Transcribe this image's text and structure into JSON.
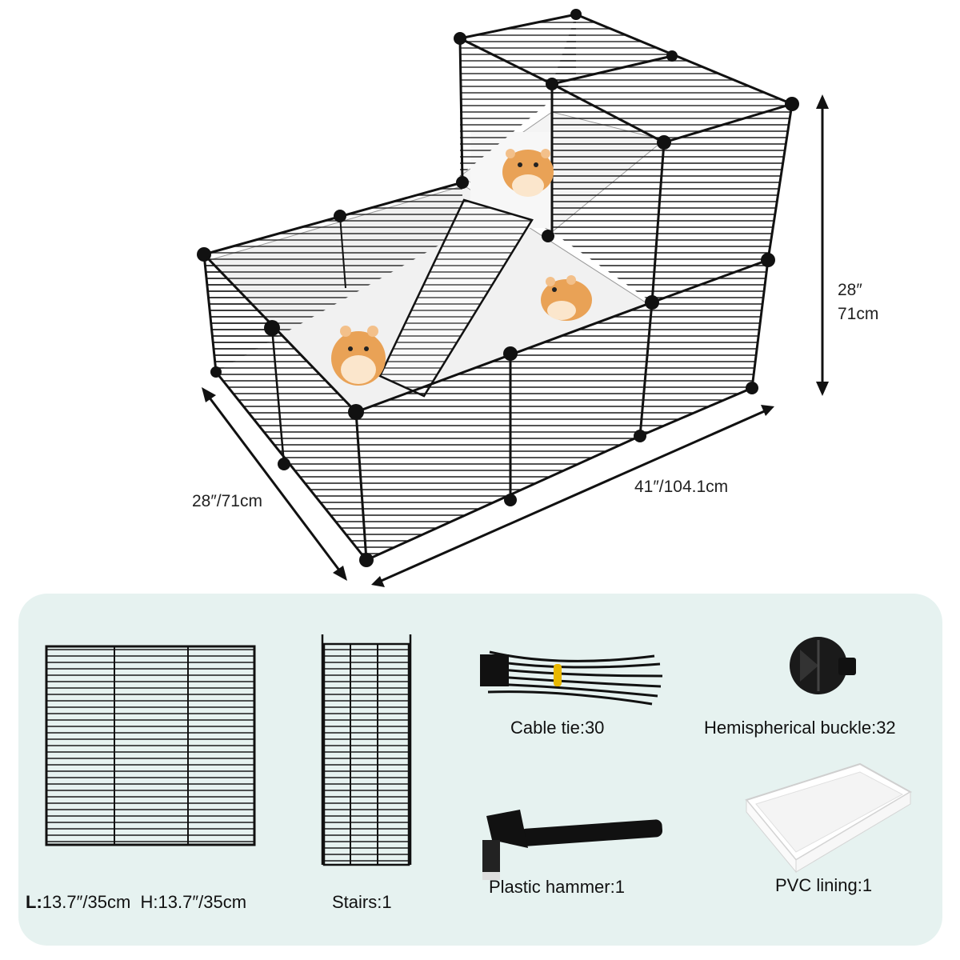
{
  "dimensions": {
    "height_in": "28″",
    "height_cm": "71cm",
    "depth": "28″/71cm",
    "width": "41″/104.1cm"
  },
  "parts": {
    "panel": {
      "l_label": "L:",
      "l_value": "13.7″/35cm",
      "h_text": "H:13.7″/35cm"
    },
    "stairs": "Stairs:1",
    "cable_tie": "Cable tie:30",
    "buckle": "Hemispherical buckle:32",
    "hammer": "Plastic hammer:1",
    "lining": "PVC lining:1"
  },
  "colors": {
    "wire": "#1a1a1a",
    "panel_bg": "#e6f2f0",
    "hamster": "#e9a256",
    "tie_band": "#e8b800"
  }
}
